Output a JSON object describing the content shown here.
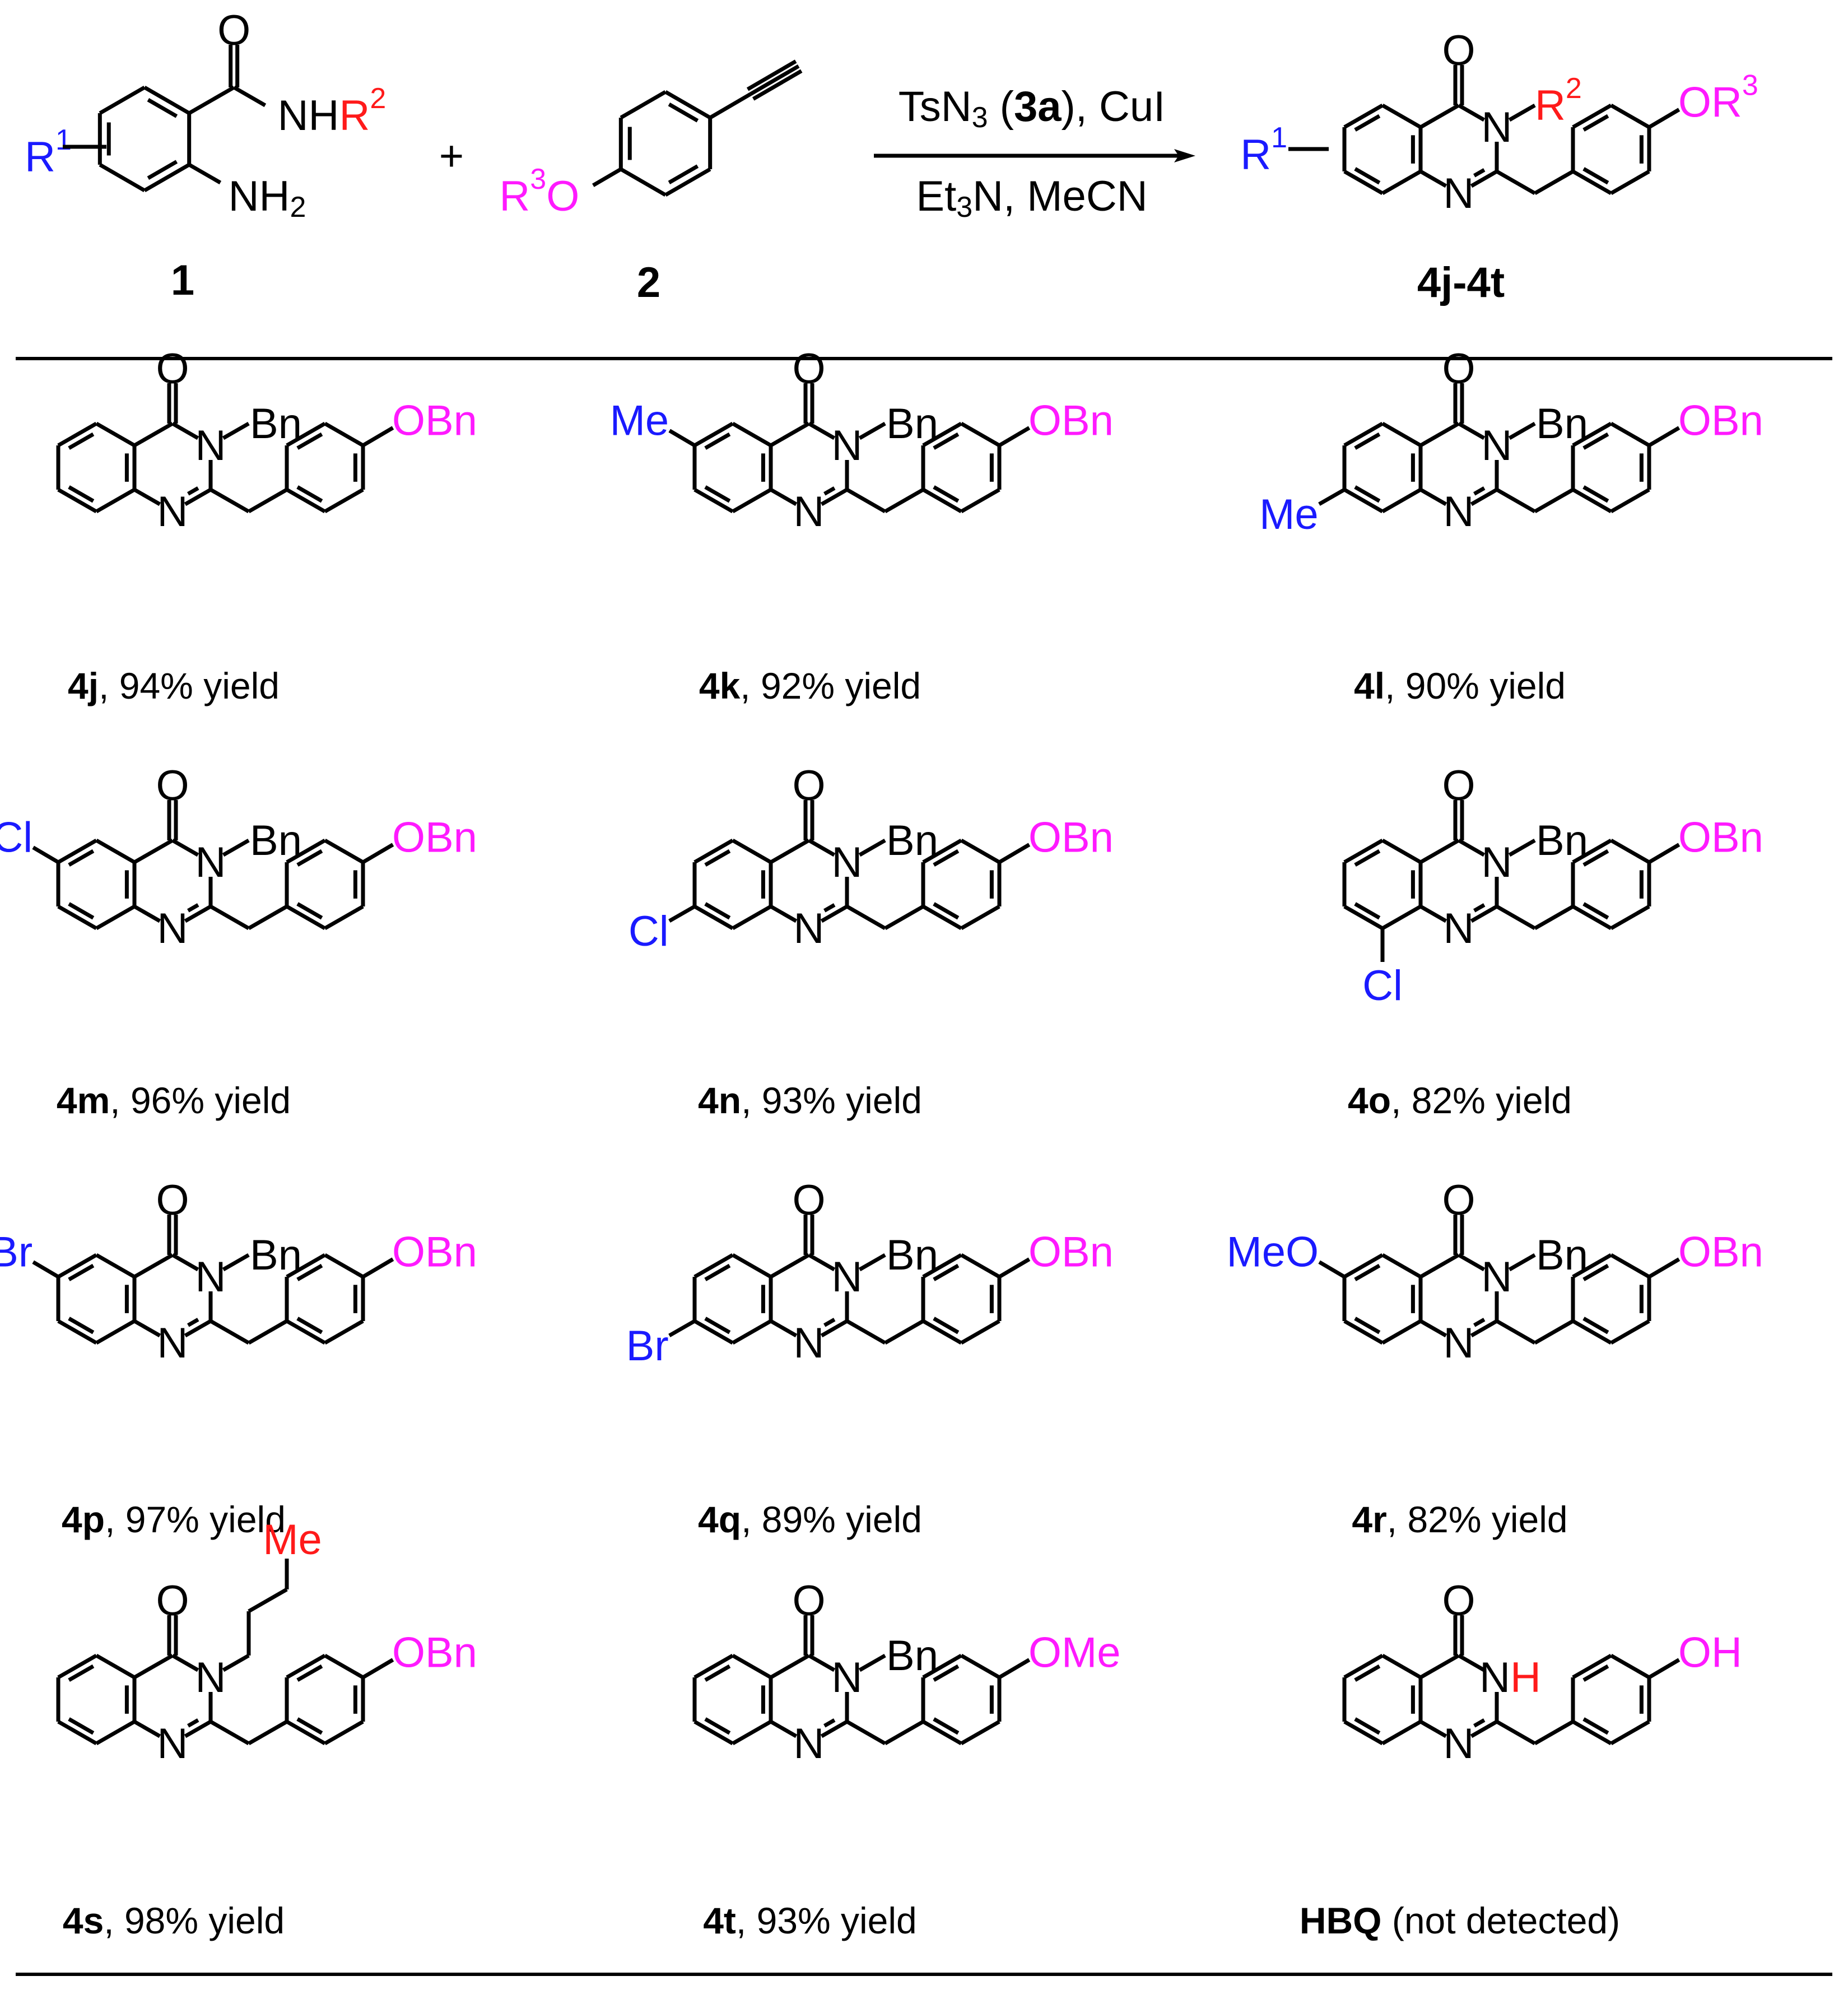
{
  "colors": {
    "r1": "#1a1aff",
    "r2": "#ff1a1a",
    "r3": "#ff1aff",
    "ink": "#000000"
  },
  "scheme": {
    "reagent1_label": "1",
    "reagent2_label": "2",
    "product_label": "4j-4t",
    "plus": "+",
    "conditions_top": {
      "tsn": "TsN",
      "tsn_sub": "3",
      "open": " (",
      "bold": "3a",
      "close": "), CuI"
    },
    "conditions_bottom": {
      "et": "Et",
      "et_sub": "3",
      "rest": "N, MeCN"
    },
    "atoms": {
      "r": "R",
      "r_sup_1": "1",
      "r_sup_2": "2",
      "r_sup_3": "3",
      "o": "O",
      "n": "N",
      "nh": "NH",
      "nh2": "NH",
      "nh2_sub": "2"
    }
  },
  "compounds": [
    {
      "id": "4j",
      "caption_rest": ", 94% yield",
      "r1_text": "",
      "r2_text": "Bn",
      "r3_text": "OBn"
    },
    {
      "id": "4k",
      "caption_rest": ", 92% yield",
      "r1_text": "Me",
      "r2_text": "Bn",
      "r3_text": "OBn"
    },
    {
      "id": "4l",
      "caption_rest": ", 90% yield",
      "r1_text": "Me",
      "r2_text": "Bn",
      "r3_text": "OBn"
    },
    {
      "id": "4m",
      "caption_rest": ", 96% yield",
      "r1_text": "Cl",
      "r2_text": "Bn",
      "r3_text": "OBn"
    },
    {
      "id": "4n",
      "caption_rest": ", 93% yield",
      "r1_text": "Cl",
      "r2_text": "Bn",
      "r3_text": "OBn"
    },
    {
      "id": "4o",
      "caption_rest": ", 82% yield",
      "r1_text": "Cl",
      "r2_text": "Bn",
      "r3_text": "OBn"
    },
    {
      "id": "4p",
      "caption_rest": ", 97% yield",
      "r1_text": "Br",
      "r2_text": "Bn",
      "r3_text": "OBn"
    },
    {
      "id": "4q",
      "caption_rest": ", 89% yield",
      "r1_text": "Br",
      "r2_text": "Bn",
      "r3_text": "OBn"
    },
    {
      "id": "4r",
      "caption_rest": ", 82% yield",
      "r1_text": "MeO",
      "r2_text": "Bn",
      "r3_text": "OBn"
    },
    {
      "id": "4s",
      "caption_rest": ", 98% yield",
      "r1_text": "",
      "r2_text": "Me",
      "r3_text": "OBn"
    },
    {
      "id": "4t",
      "caption_rest": ", 93% yield",
      "r1_text": "",
      "r2_text": "Bn",
      "r3_text": "OMe"
    },
    {
      "id": "HBQ",
      "caption_rest": " (not detected)",
      "r1_text": "",
      "r2_text": "H",
      "r3_text": "OH"
    }
  ]
}
